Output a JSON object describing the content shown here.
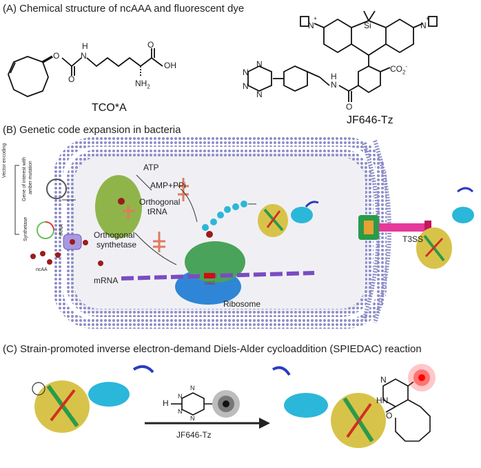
{
  "sections": {
    "a_title": "(A) Chemical structure of ncAAA and fluorescent dye",
    "b_title": "(B) Genetic code expansion in bacteria",
    "c_title": "(C) Strain-promoted inverse electron-demand Diels-Alder cycloaddition (SPIEDAC) reaction"
  },
  "panel_a": {
    "compound1_name": "TCO*A",
    "compound2_name": "JF646-Tz",
    "atoms": {
      "o1": "O",
      "n1": "N",
      "h1": "H",
      "o2": "O",
      "oh": "OH",
      "o3": "O",
      "nh2": "NH",
      "nh2_sub": "2",
      "si": "Si",
      "n_plus_left": "N",
      "n_plus_right": "N",
      "plus": "+",
      "co2": "CO",
      "co2_sub": "2",
      "co2_sup": "-",
      "tz_n1": "N",
      "tz_n2": "N",
      "tz_n3": "N",
      "tz_n4": "N",
      "amide_h": "H",
      "amide_n": "N",
      "amide_o": "O"
    }
  },
  "panel_b": {
    "vector_encoding": "Vector encoding",
    "goi_line1": "Gene of interest with",
    "goi_line2": "amber mutation",
    "synthetase_plasmid": "Synthetase",
    "trna_plasmid": "tRNA",
    "ncaa": "ncAA",
    "atp": "ATP",
    "amp_ppi": "AMP+PPi",
    "orth_trna_1": "Orthogonal",
    "orth_trna_2": "tRNA",
    "orth_synth_1": "Orthogonal",
    "orth_synth_2": "synthetase",
    "mrna": "mRNA",
    "uag": "UAG",
    "ribosome": "Ribosome",
    "t3ss": "T3SS"
  },
  "panel_c": {
    "reagent": "JF646-Tz",
    "h_atom": "H",
    "tz_n": "N",
    "product_n": "N",
    "product_hn": "HN",
    "product_o": "O"
  },
  "colors": {
    "membrane": "#8e8ec9",
    "cytoplasm": "#f0f0f4",
    "synthetase": "#8fb54a",
    "trna": "#e07a5f",
    "ribosome": "#2f86d6",
    "ncaa": "#9b1c1c",
    "chain": "#2bb7d9",
    "t3ss_needle": "#e6399b",
    "dye_glow": "#ff2020"
  }
}
